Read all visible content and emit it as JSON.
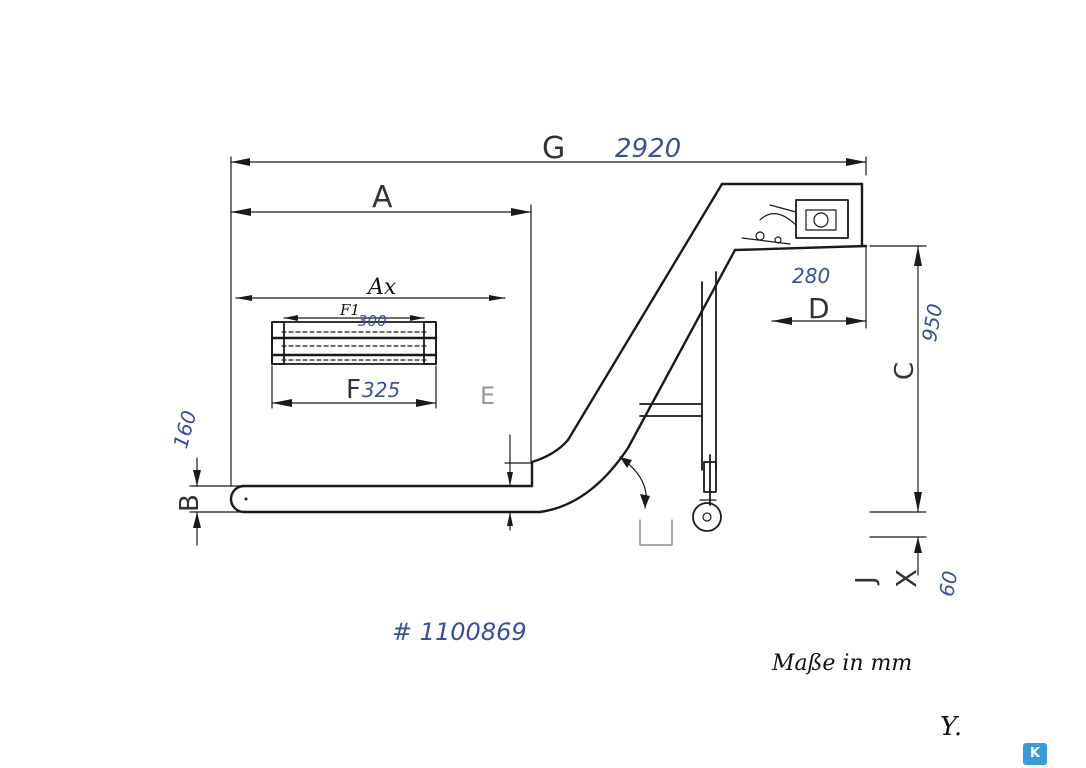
{
  "dimensions": {
    "G": {
      "letter": "G",
      "value": "2920"
    },
    "A": {
      "letter": "A"
    },
    "Ax": {
      "letter": "Ax"
    },
    "F1": {
      "letter": "F1",
      "value": "300"
    },
    "F": {
      "letter": "F",
      "value": "325"
    },
    "E": {
      "letter": "E"
    },
    "B": {
      "letter": "B",
      "value": "160"
    },
    "D": {
      "letter": "D",
      "value": "280"
    },
    "C": {
      "letter": "C",
      "value": "950"
    },
    "J": {
      "letter": "J"
    },
    "X": {
      "letter": "X",
      "value": "60"
    }
  },
  "drawing_number": "# 1100869",
  "units_note": "Maße in mm",
  "signature": "Y.",
  "logo": {
    "text": "K",
    "color": "#3b9ad9"
  },
  "colors": {
    "line": "#1a1a1a",
    "handwriting": "#3a4f9a"
  }
}
